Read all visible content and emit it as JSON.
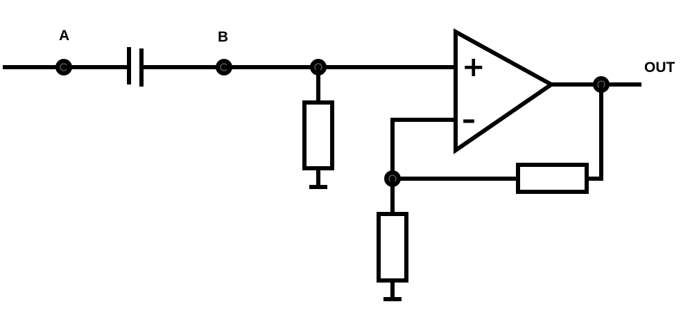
{
  "labels": {
    "node_a": "A",
    "node_b": "B",
    "output": "OUT"
  },
  "opamp": {
    "plus_sign": "+",
    "minus_sign": "–"
  },
  "colors": {
    "ink": "#000000",
    "background": "#ffffff"
  }
}
